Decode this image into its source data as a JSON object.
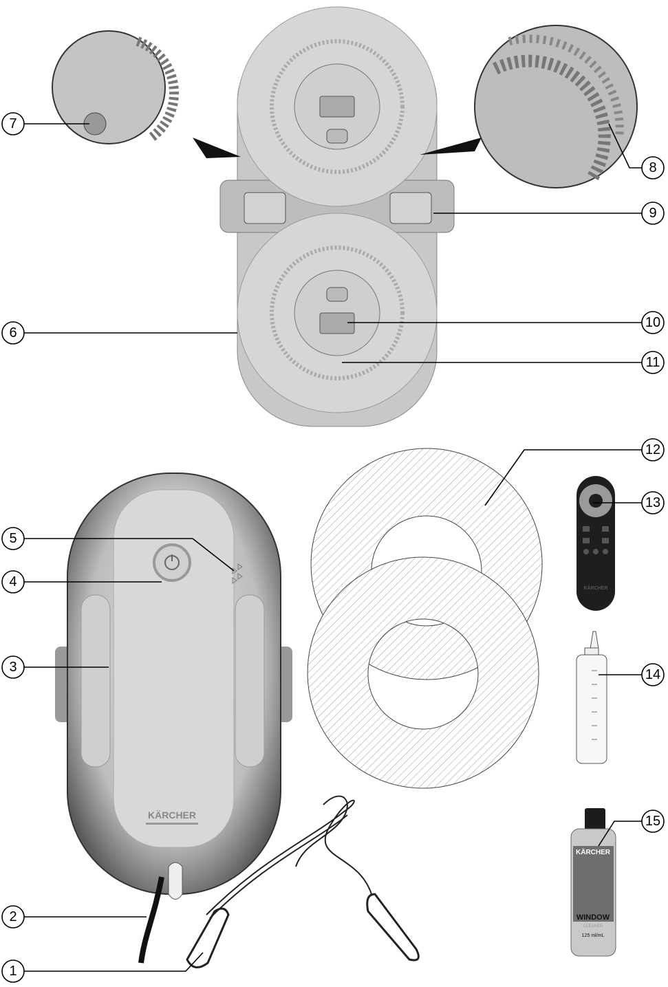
{
  "figure": {
    "callouts": [
      {
        "number": "1"
      },
      {
        "number": "2"
      },
      {
        "number": "3"
      },
      {
        "number": "4"
      },
      {
        "number": "5"
      },
      {
        "number": "6"
      },
      {
        "number": "7"
      },
      {
        "number": "8"
      },
      {
        "number": "9"
      },
      {
        "number": "10"
      },
      {
        "number": "11"
      },
      {
        "number": "12"
      },
      {
        "number": "13"
      },
      {
        "number": "14"
      },
      {
        "number": "15"
      }
    ],
    "brand": "KÄRCHER",
    "bottle_label": {
      "brand": "KÄRCHER",
      "product": "WINDOW",
      "subtitle": "CLEANER",
      "volume": "125 ml/mL"
    },
    "remote_brand": "KÄRCHER"
  }
}
